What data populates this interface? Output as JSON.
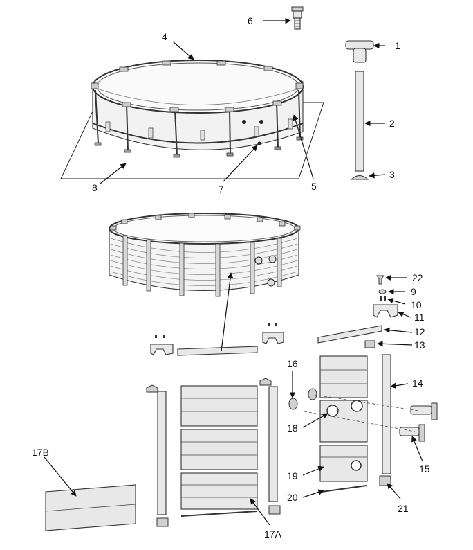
{
  "callouts": {
    "c1": "1",
    "c2": "2",
    "c3": "3",
    "c4": "4",
    "c5": "5",
    "c6": "6",
    "c7": "7",
    "c8": "8",
    "c9": "9",
    "c10": "10",
    "c11": "11",
    "c12": "12",
    "c13": "13",
    "c14": "14",
    "c15": "15",
    "c16": "16",
    "c17A": "17A",
    "c17B": "17B",
    "c18": "18",
    "c19": "19",
    "c20": "20",
    "c21": "21",
    "c22": "22"
  }
}
